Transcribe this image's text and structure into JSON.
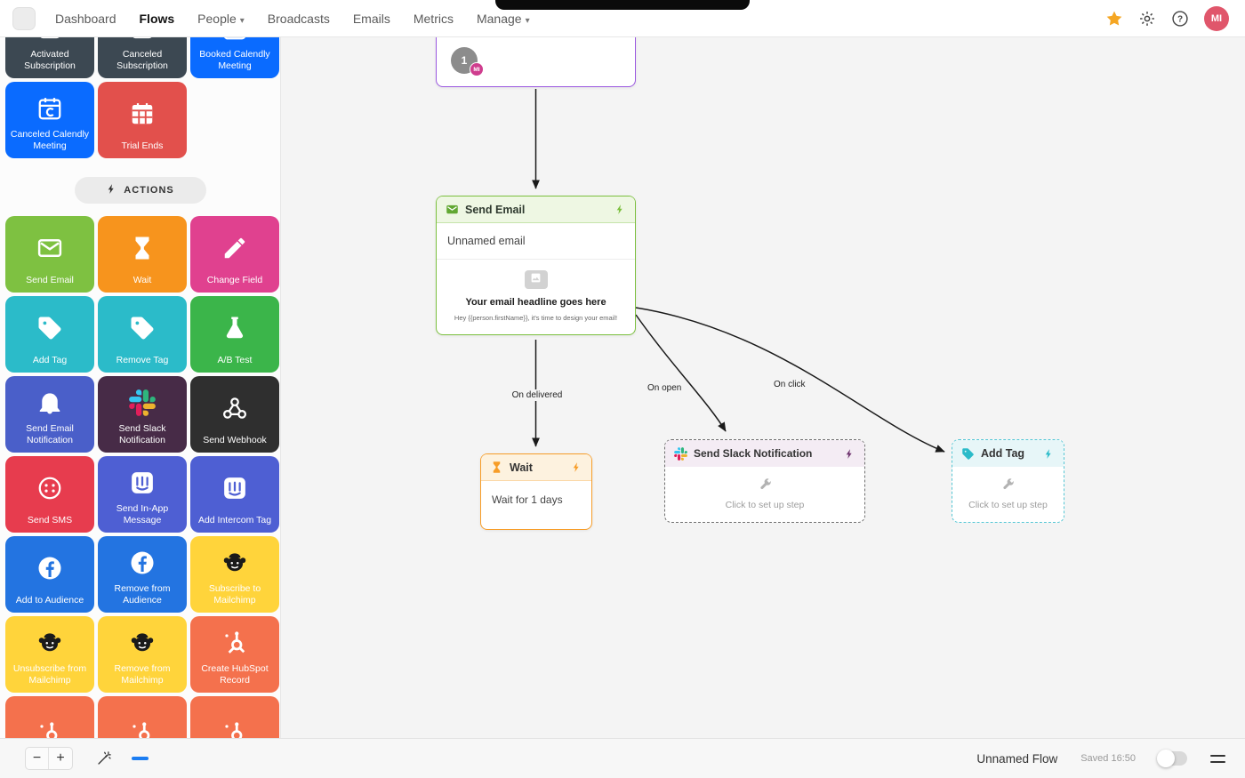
{
  "navbar": {
    "items": [
      {
        "label": "Dashboard",
        "active": false,
        "caret": false
      },
      {
        "label": "Flows",
        "active": true,
        "caret": false
      },
      {
        "label": "People",
        "active": false,
        "caret": true
      },
      {
        "label": "Broadcasts",
        "active": false,
        "caret": false
      },
      {
        "label": "Emails",
        "active": false,
        "caret": false
      },
      {
        "label": "Metrics",
        "active": false,
        "caret": false
      },
      {
        "label": "Manage",
        "active": false,
        "caret": true
      }
    ],
    "avatar_initials": "MI",
    "avatar_color": "#e0566b",
    "star_color": "#f5a623"
  },
  "sidebar": {
    "trigger_tiles_top": [
      {
        "label": "Activated Subscription",
        "color": "#3c4852",
        "icon": "subscription-icon"
      },
      {
        "label": "Canceled Subscription",
        "color": "#3c4852",
        "icon": "subscription-icon"
      },
      {
        "label": "Booked Calendly Meeting",
        "color": "#0a6bff",
        "icon": "calendar-icon"
      }
    ],
    "trigger_tiles_row2": [
      {
        "label": "Canceled Calendly Meeting",
        "color": "#0a6bff",
        "icon": "calendar-icon"
      },
      {
        "label": "Trial Ends",
        "color": "#e2504c",
        "icon": "calendar-grid-icon"
      }
    ],
    "actions_header": "ACTIONS",
    "action_tiles": [
      {
        "label": "Send Email",
        "color": "#7ec141",
        "icon": "mail-icon"
      },
      {
        "label": "Wait",
        "color": "#f7941d",
        "icon": "hourglass-icon"
      },
      {
        "label": "Change Field",
        "color": "#e0418f",
        "icon": "pencil-icon"
      },
      {
        "label": "Add Tag",
        "color": "#2bbbc9",
        "icon": "tag-icon"
      },
      {
        "label": "Remove Tag",
        "color": "#2bbbc9",
        "icon": "tag-icon"
      },
      {
        "label": "A/B Test",
        "color": "#3bb54a",
        "icon": "flask-icon"
      },
      {
        "label": "Send Email Notification",
        "color": "#4a5fc9",
        "icon": "bell-icon"
      },
      {
        "label": "Send Slack Notification",
        "color": "#472b47",
        "icon": "slack-icon"
      },
      {
        "label": "Send Webhook",
        "color": "#2f2f2f",
        "icon": "webhook-icon"
      },
      {
        "label": "Send SMS",
        "color": "#e73c4e",
        "icon": "sms-icon"
      },
      {
        "label": "Send In-App Message",
        "color": "#4e5fd3",
        "icon": "inapp-icon"
      },
      {
        "label": "Add Intercom Tag",
        "color": "#4e5fd3",
        "icon": "inapp-icon"
      },
      {
        "label": "Add to Audience",
        "color": "#2374e1",
        "icon": "facebook-icon"
      },
      {
        "label": "Remove from Audience",
        "color": "#2374e1",
        "icon": "facebook-icon"
      },
      {
        "label": "Subscribe to Mailchimp",
        "color": "#ffd43b",
        "icon": "mailchimp-icon"
      },
      {
        "label": "Unsubscribe from Mailchimp",
        "color": "#ffd43b",
        "icon": "mailchimp-icon"
      },
      {
        "label": "Remove from Mailchimp",
        "color": "#ffd43b",
        "icon": "mailchimp-icon"
      },
      {
        "label": "Create HubSpot Record",
        "color": "#f4714d",
        "icon": "hubspot-icon"
      },
      {
        "label": "",
        "color": "#f4714d",
        "icon": "hubspot-icon"
      },
      {
        "label": "",
        "color": "#f4714d",
        "icon": "hubspot-icon"
      },
      {
        "label": "",
        "color": "#f4714d",
        "icon": "hubspot-icon"
      }
    ]
  },
  "canvas": {
    "trigger_node": {
      "count": "1",
      "avatar": "MI"
    },
    "email_node": {
      "title": "Send Email",
      "name": "Unnamed email",
      "preview_headline": "Your email headline goes here",
      "preview_body": "Hey {{person.firstName}}, it's time to design your email!"
    },
    "wait_node": {
      "title": "Wait",
      "body": "Wait for 1 days"
    },
    "slack_node": {
      "title": "Send Slack Notification",
      "body": "Click to set up step"
    },
    "tag_node": {
      "title": "Add Tag",
      "body": "Click to set up step"
    },
    "edges": {
      "delivered": "On delivered",
      "open": "On open",
      "click": "On click"
    }
  },
  "footer": {
    "zoom_out_label": "−",
    "zoom_in_label": "+",
    "flow_name": "Unnamed Flow",
    "saved_text": "Saved 16:50"
  }
}
